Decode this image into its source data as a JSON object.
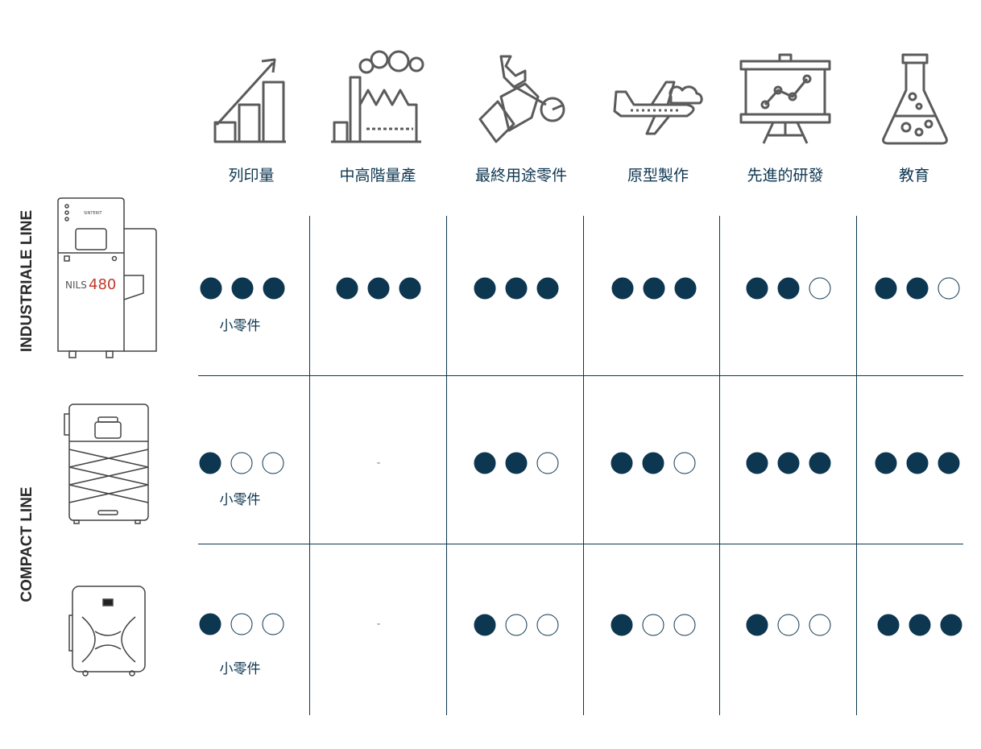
{
  "columns": [
    {
      "label": "列印量",
      "icon": "growth-chart-icon"
    },
    {
      "label": "中高階量產",
      "icon": "factory-icon"
    },
    {
      "label": "最終用途零件",
      "icon": "hand-wrench-icon"
    },
    {
      "label": "原型製作",
      "icon": "airplane-icon"
    },
    {
      "label": "先進的研發",
      "icon": "presentation-board-icon"
    },
    {
      "label": "教育",
      "icon": "flask-icon"
    }
  ],
  "lines": {
    "industrial": "INDUSTRIALE LINE",
    "compact": "COMPACT LINE"
  },
  "printer_badge": {
    "model_text": "NILS",
    "model_number": "480",
    "brand": "SINTERIT"
  },
  "rows": [
    {
      "printer_icon": "nils-480-printer-icon",
      "note": "小零件",
      "ratings": [
        3,
        3,
        3,
        3,
        2,
        2
      ]
    },
    {
      "printer_icon": "lisa-x-printer-icon",
      "note": "小零件",
      "ratings": [
        1,
        null,
        2,
        2,
        3,
        3
      ]
    },
    {
      "printer_icon": "lisa-pro-printer-icon",
      "note": "小零件",
      "ratings": [
        1,
        null,
        1,
        1,
        1,
        3
      ]
    }
  ],
  "empty_value": "-",
  "max_rating": 3,
  "colors": {
    "accent": "#0d3650",
    "icon_stroke": "#5b5b5b",
    "printer_red": "#c0392b"
  }
}
